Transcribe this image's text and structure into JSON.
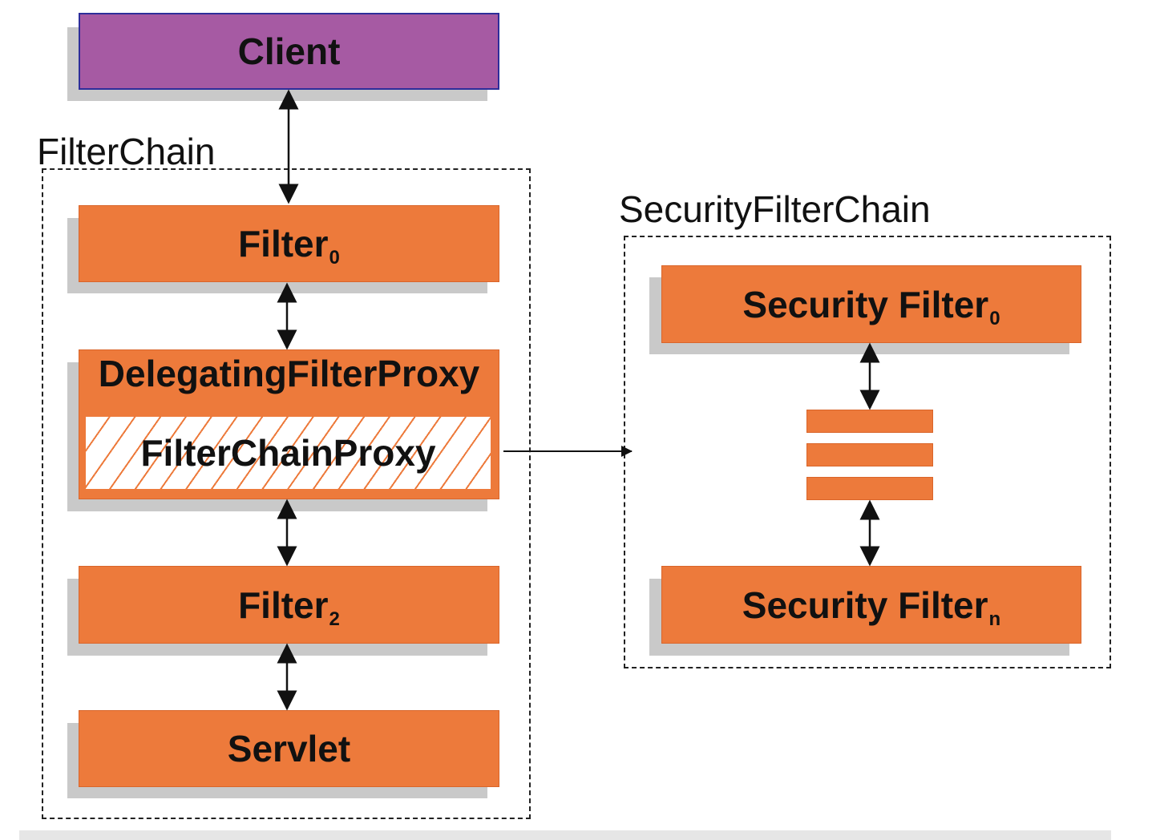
{
  "nodes": {
    "client": "Client",
    "filter0": {
      "label": "Filter",
      "sub": "0"
    },
    "delegating": "DelegatingFilterProxy",
    "filterchainproxy": "FilterChainProxy",
    "filter2": {
      "label": "Filter",
      "sub": "2"
    },
    "servlet": "Servlet",
    "security_filter0": {
      "label": "Security Filter",
      "sub": "0"
    },
    "security_filtern": {
      "label": "Security Filter",
      "sub": "n"
    }
  },
  "groups": {
    "filterchain": "FilterChain",
    "securityfilterchain": "SecurityFilterChain"
  },
  "colors": {
    "orange": "#ed7a3b",
    "purple": "#a65aa3",
    "purple_border": "#2e2e9a",
    "shadow": "#c9c9c9"
  }
}
